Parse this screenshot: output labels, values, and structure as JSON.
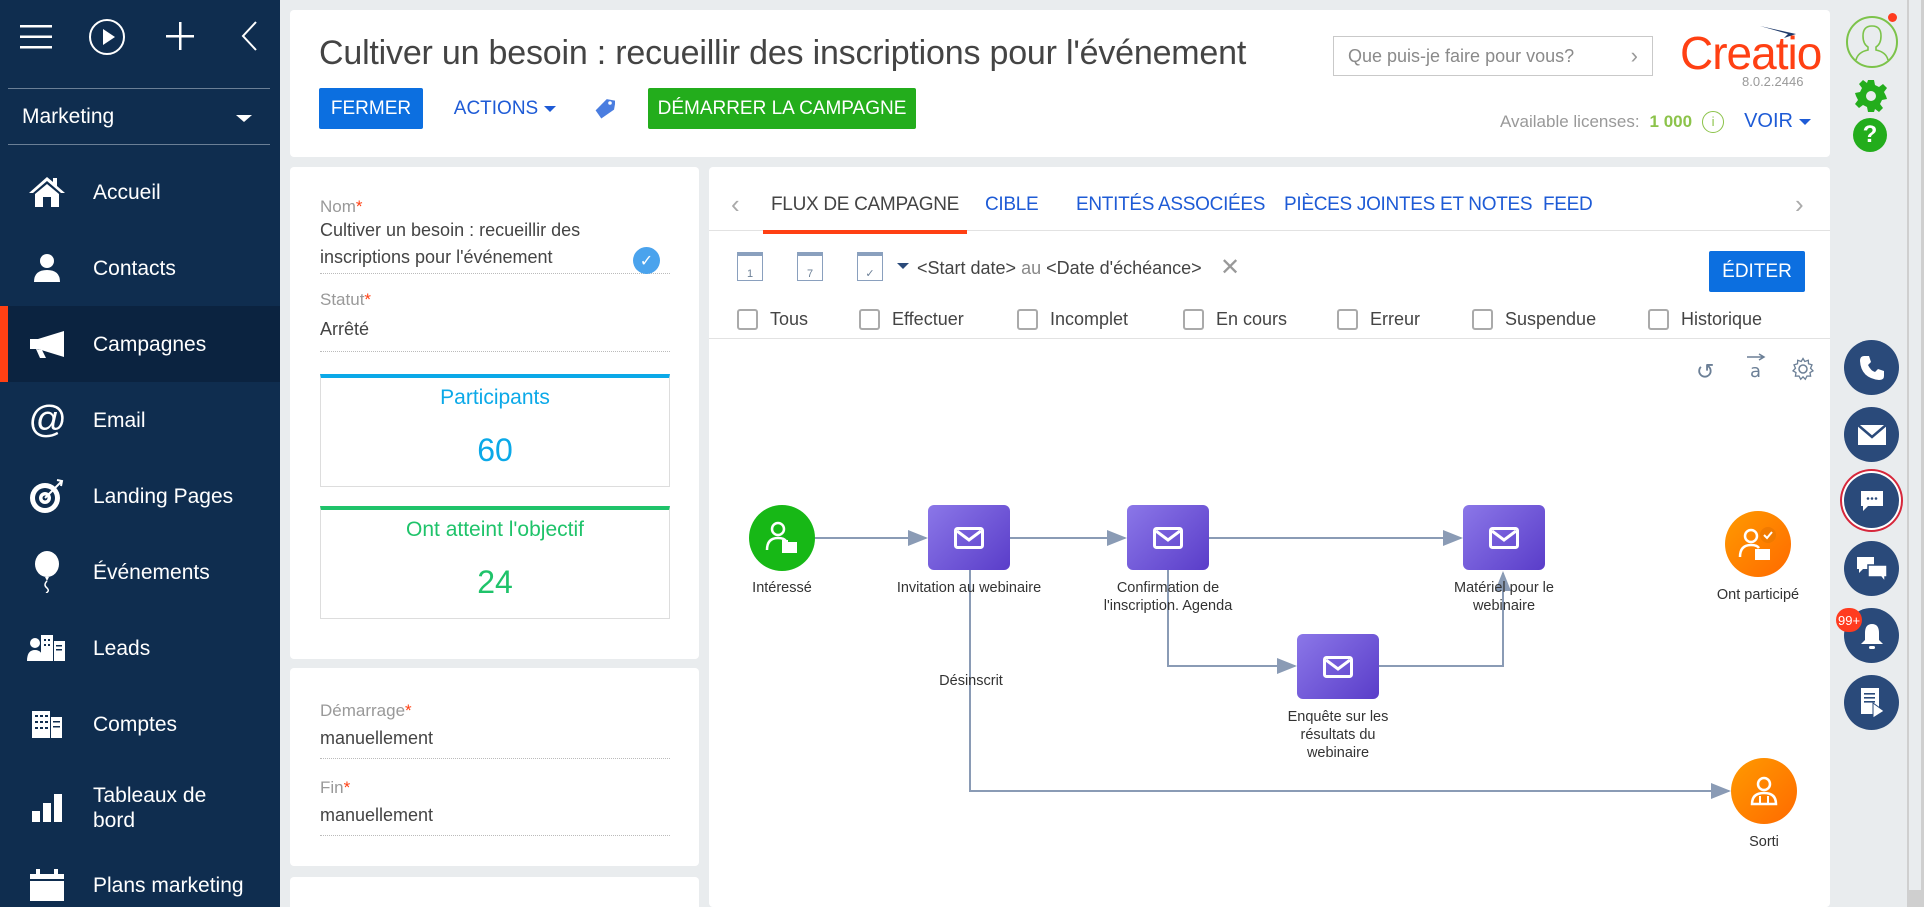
{
  "sidebar": {
    "workspace": "Marketing",
    "items": [
      {
        "label": "Accueil",
        "icon": "home-icon"
      },
      {
        "label": "Contacts",
        "icon": "person-icon"
      },
      {
        "label": "Campagnes",
        "icon": "megaphone-icon",
        "active": true
      },
      {
        "label": "Email",
        "icon": "at-icon"
      },
      {
        "label": "Landing Pages",
        "icon": "target-icon"
      },
      {
        "label": "Événements",
        "icon": "balloon-icon"
      },
      {
        "label": "Leads",
        "icon": "leads-icon"
      },
      {
        "label": "Comptes",
        "icon": "building-icon"
      },
      {
        "label": "Tableaux de bord",
        "icon": "bar-chart-icon"
      },
      {
        "label": "Plans marketing",
        "icon": "calendar-icon"
      }
    ]
  },
  "header": {
    "title": "Cultiver un besoin : recueillir des inscriptions pour l'événement",
    "close_label": "FERMER",
    "actions_label": "ACTIONS",
    "start_campaign_label": "DÉMARRER LA CAMPAGNE",
    "search_placeholder": "Que puis-je faire pour vous?",
    "logo": "Creatio",
    "version": "8.0.2.2446",
    "licenses_label": "Available licenses:",
    "licenses_count": "1 000",
    "view_label": "VOIR"
  },
  "form": {
    "name_label": "Nom",
    "name_value": "Cultiver un besoin : recueillir des inscriptions pour l'événement",
    "status_label": "Statut",
    "status_value": "Arrêté",
    "participants_label": "Participants",
    "participants_value": "60",
    "goal_label": "Ont atteint l'objectif",
    "goal_value": "24",
    "start_label": "Démarrage",
    "start_value": "manuellement",
    "end_label": "Fin",
    "end_value": "manuellement"
  },
  "tabs": [
    "FLUX DE CAMPAGNE",
    "CIBLE",
    "ENTITÉS ASSOCIÉES",
    "PIÈCES JOINTES ET NOTES",
    "FEED"
  ],
  "filters": {
    "cal1": "1",
    "cal7": "7",
    "start_date": "<Start date>",
    "au": "au",
    "due_date": "<Date d'échéance>",
    "edit_label": "ÉDITER",
    "checkboxes": [
      "Tous",
      "Effectuer",
      "Incomplet",
      "En cours",
      "Erreur",
      "Suspendue",
      "Historique"
    ]
  },
  "diagram": {
    "nodes": {
      "interested": "Intéressé",
      "invitation": "Invitation au webinaire",
      "confirmation": "Confirmation de l'inscription. Agenda",
      "material": "Matériel pour le webinaire",
      "survey": "Enquête sur les résultats du webinaire",
      "attended": "Ont participé",
      "exited": "Sorti"
    },
    "edge_label": "Désinscrit"
  },
  "rail": {
    "notification_badge": "99+"
  },
  "colors": {
    "sidebar_bg": "#0f2d4f",
    "accent_orange": "#ff4013",
    "primary_blue": "#0c6fe0",
    "green": "#23ad1c",
    "purple": "#6a4fd8"
  }
}
